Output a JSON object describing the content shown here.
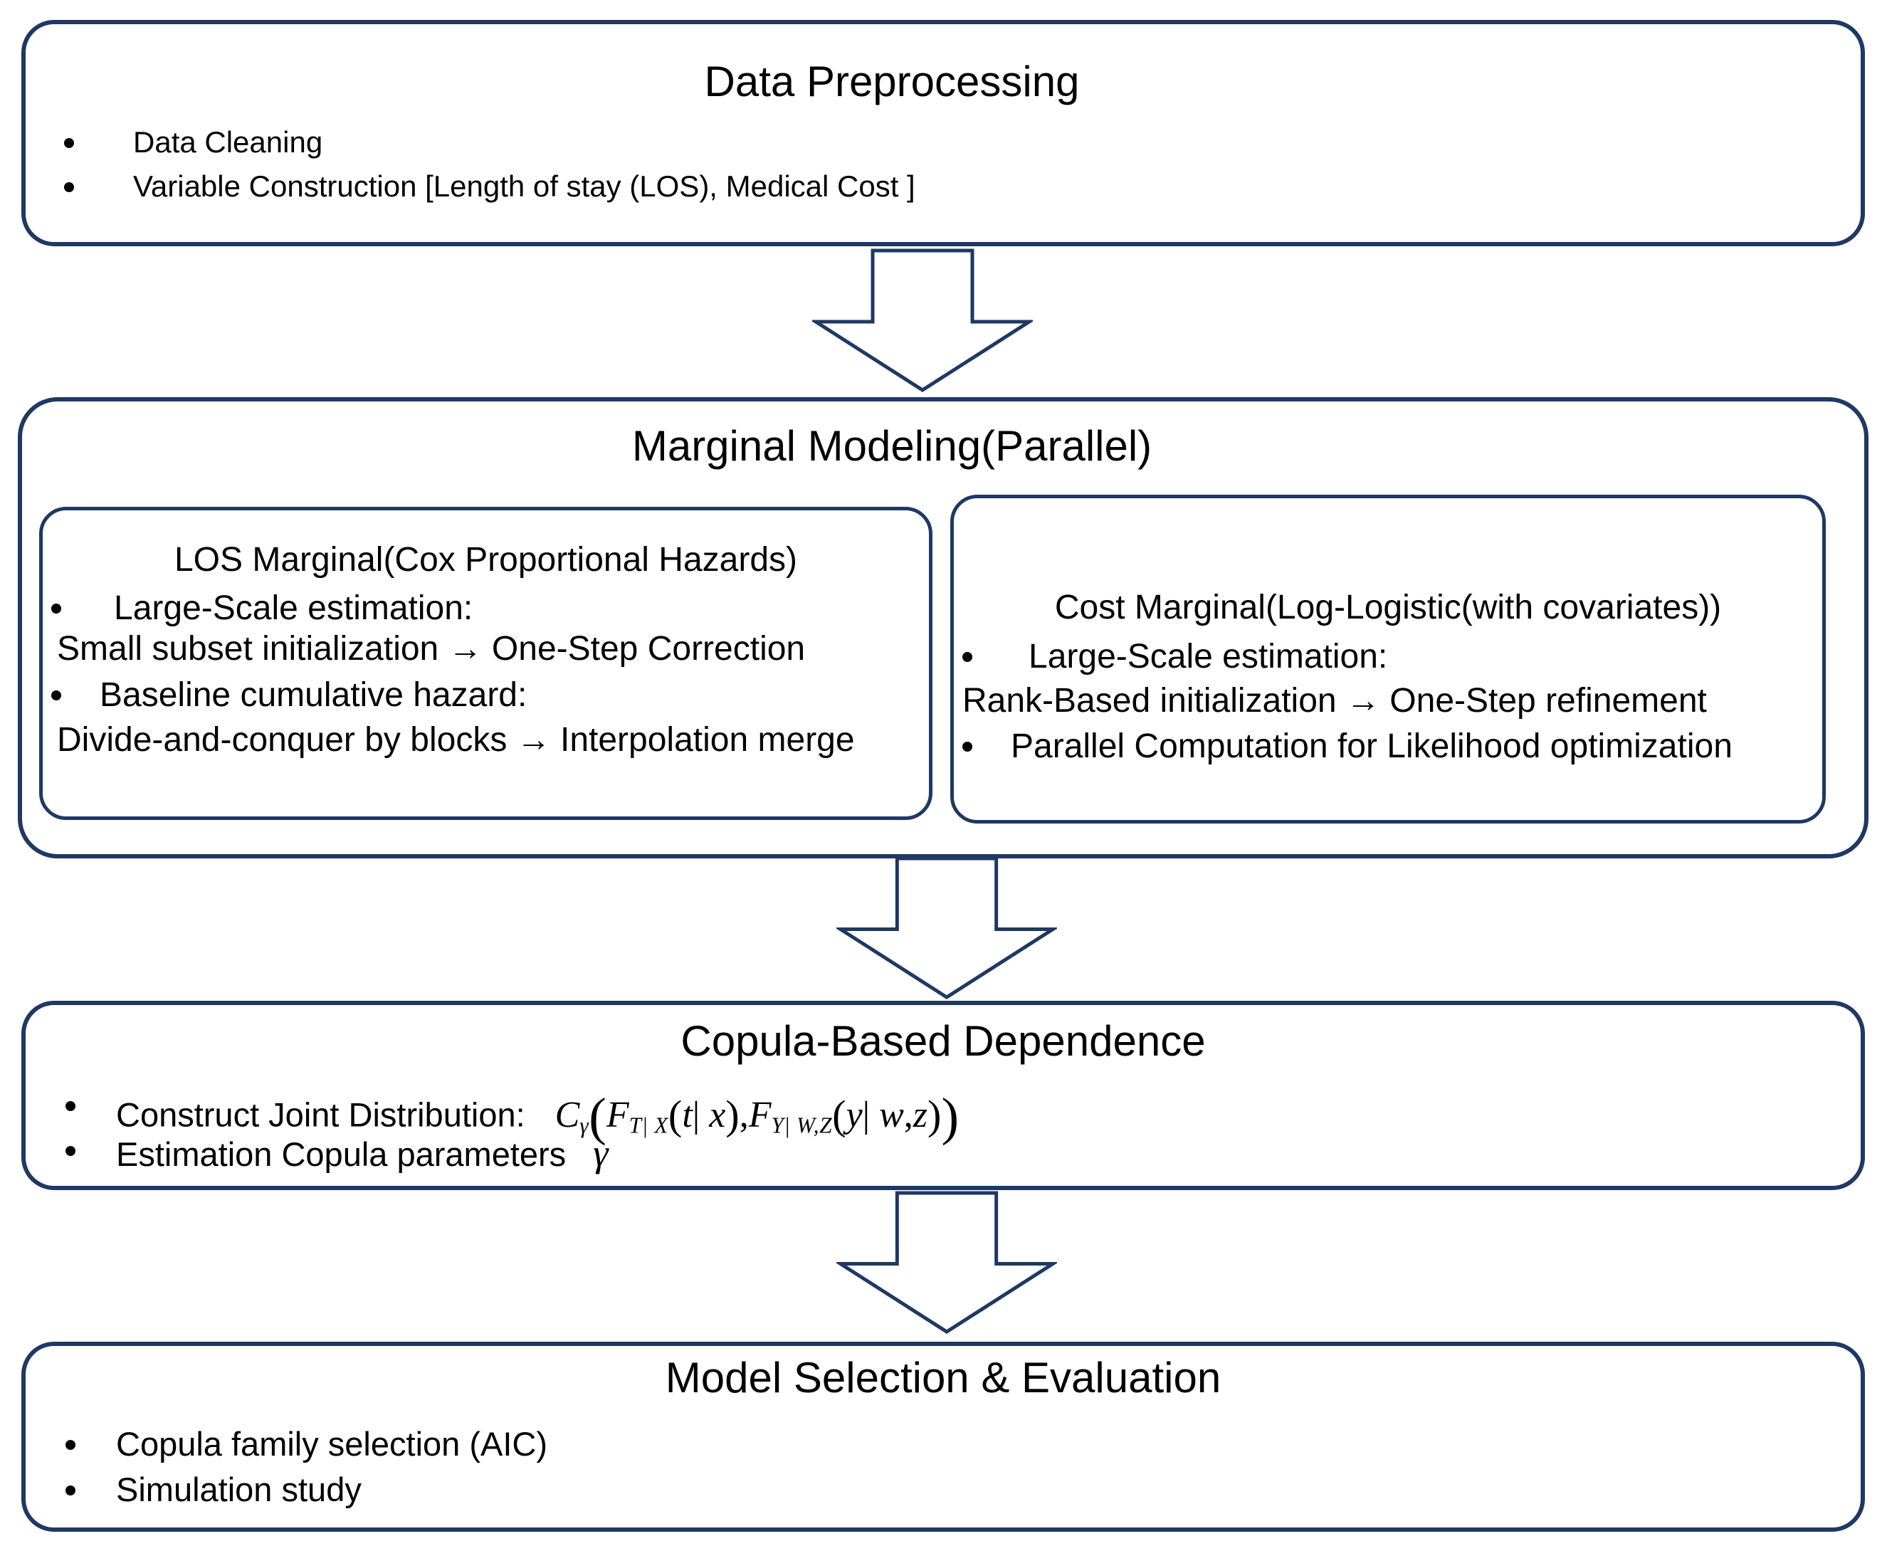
{
  "page": {
    "background": "#ffffff",
    "accent_color": "#1f3864",
    "text_color": "#000000"
  },
  "boxes": {
    "preprocessing": {
      "title": "Data Preprocessing",
      "bullets": [
        "Data Cleaning",
        "Variable Construction [Length of stay (LOS), Medical Cost ]"
      ]
    },
    "marginal": {
      "title": "Marginal Modeling(Parallel)",
      "los": {
        "title": "LOS Marginal(Cox Proportional Hazards)",
        "lines": [
          {
            "bullet": true,
            "text": "Large-Scale estimation:"
          },
          {
            "bullet": false,
            "text": "Small subset initialization → One-Step Correction"
          },
          {
            "bullet": true,
            "text": "Baseline cumulative hazard:"
          },
          {
            "bullet": false,
            "text": "Divide-and-conquer by blocks → Interpolation merge"
          }
        ]
      },
      "cost": {
        "title": "Cost Marginal(Log-Logistic(with covariates))",
        "lines": [
          {
            "bullet": true,
            "text": "Large-Scale estimation:"
          },
          {
            "bullet": false,
            "text": "Rank-Based initialization → One-Step refinement"
          },
          {
            "bullet": true,
            "text": "Parallel Computation for Likelihood optimization"
          }
        ]
      }
    },
    "copula": {
      "title": "Copula-Based Dependence",
      "bullet1_label": "Construct Joint Distribution:",
      "bullet2_label": "Estimation Copula parameters",
      "gamma_symbol": "γ",
      "formula_segments": [
        {
          "t": "C",
          "s": "it"
        },
        {
          "t": "γ",
          "s": "sub"
        },
        {
          "t": "(",
          "s": "big"
        },
        {
          "t": "F",
          "s": "it"
        },
        {
          "t": "T| X",
          "s": "sub"
        },
        {
          "t": "(",
          "s": "pr"
        },
        {
          "t": "t",
          "s": "it"
        },
        {
          "t": "| ",
          "s": "rm"
        },
        {
          "t": "x",
          "s": "it"
        },
        {
          "t": ")",
          "s": "pr"
        },
        {
          "t": ",",
          "s": "rm"
        },
        {
          "t": "F",
          "s": "it"
        },
        {
          "t": "Y| W,Z",
          "s": "sub"
        },
        {
          "t": "(",
          "s": "pr"
        },
        {
          "t": "y",
          "s": "it"
        },
        {
          "t": "| ",
          "s": "rm"
        },
        {
          "t": "w",
          "s": "it"
        },
        {
          "t": ",",
          "s": "rm"
        },
        {
          "t": "z",
          "s": "it"
        },
        {
          "t": ")",
          "s": "pr"
        },
        {
          "t": ")",
          "s": "big"
        }
      ]
    },
    "evaluation": {
      "title": "Model Selection & Evaluation",
      "bullets": [
        "Copula family selection (AIC)",
        "Simulation study"
      ]
    }
  }
}
